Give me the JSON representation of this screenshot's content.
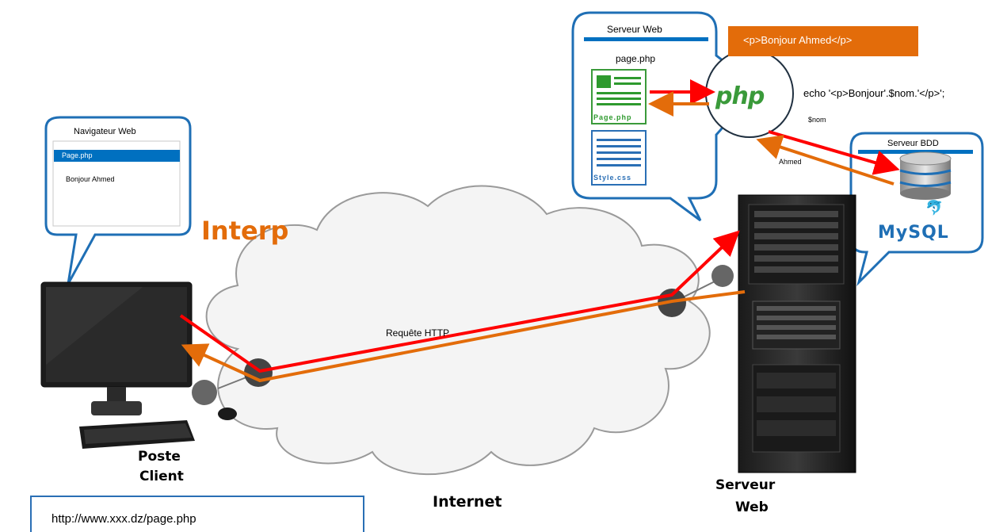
{
  "browser_bubble": {
    "title": "Navigateur Web",
    "tab_label": "Page.php",
    "content_text": "Bonjour Ahmed"
  },
  "web_server_bubble": {
    "title": "Serveur Web",
    "file_label": "page.php",
    "page_icon_label": "Page.php",
    "style_icon_label": "Style.css",
    "php_logo": "php"
  },
  "db_bubble": {
    "title": "Serveur BDD",
    "mysql_logo": "MySQL"
  },
  "output_box": {
    "text": "<p>Bonjour Ahmed</p>",
    "color": "#e36c0a"
  },
  "labels": {
    "echo_code": "echo '<p>Bonjour'.$nom.'</p>';",
    "nom_var": "$nom",
    "ahmed_value": "Ahmed",
    "interp": "Interp",
    "http_request": "Requête HTTP",
    "internet": "Internet",
    "client_line1": "Poste",
    "client_line2": "Client",
    "server_line1": "Serveur",
    "server_line2": "Web"
  },
  "url_box": {
    "text": "http://www.xxx.dz/page.php"
  },
  "colors": {
    "bubble_border": "#1f6fb5",
    "request_arrow": "#ff0000",
    "response_arrow": "#e36c0a",
    "title_bar": "#0070c0"
  }
}
